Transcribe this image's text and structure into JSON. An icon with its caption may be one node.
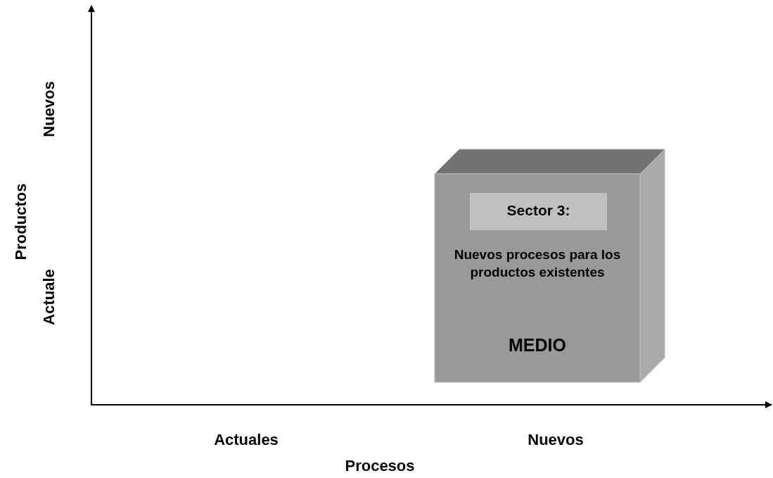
{
  "diagram": {
    "nodes": [
      {
        "text": [
          "Nuevos procesos para los productos existentes",
          "MEDIO"
        ]
      },
      {
        "text": [
          "Sector 3:"
        ],
        "in": 0
      }
    ],
    "edges": [],
    "labels": [
      "Nuevos",
      "Productos",
      "Actuale",
      "Actuales",
      "Nuevos",
      "Procesos"
    ]
  }
}
